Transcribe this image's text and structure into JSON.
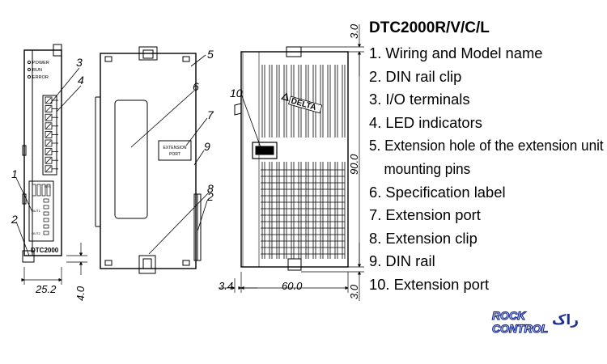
{
  "title": "DTC2000R/V/C/L",
  "legend": [
    {
      "num": "1.",
      "text": "Wiring and Model name"
    },
    {
      "num": "2.",
      "text": "DIN rail clip"
    },
    {
      "num": "3.",
      "text": "I/O terminals"
    },
    {
      "num": "4.",
      "text": "LED indicators"
    },
    {
      "num": "5.",
      "text": "Extension hole of the extension unit",
      "cont": "mounting pins"
    },
    {
      "num": "6.",
      "text": "Specification label"
    },
    {
      "num": "7.",
      "text": "Extension port"
    },
    {
      "num": "8.",
      "text": "Extension clip"
    },
    {
      "num": "9.",
      "text": "DIN rail"
    },
    {
      "num": "10.",
      "text": "Extension port"
    }
  ],
  "side_view": {
    "leds": [
      "POWER",
      "RUN",
      "ERROR"
    ],
    "switch_labels": [
      "RTS",
      "OUT1",
      "OUT2"
    ],
    "model_label": "DTC2000",
    "callouts": [
      "1",
      "2",
      "3",
      "4"
    ],
    "dim_width": "25.2",
    "dim_bottom": "4.0"
  },
  "front_view": {
    "label_text": [
      "EXTENSION",
      "PORT"
    ],
    "callouts": [
      "5",
      "6",
      "7",
      "8",
      "9",
      "2"
    ]
  },
  "back_view": {
    "brand_text": "DELTA",
    "callouts": [
      "10"
    ],
    "dim_top": "3.0",
    "dim_height": "90.0",
    "dim_bottom": "3.0",
    "dim_left": "3.4",
    "dim_width": "60.0"
  },
  "logo": {
    "line1": "ROCK",
    "line2": "CONTROL",
    "script": "راک",
    "color": "#1c2f94"
  }
}
